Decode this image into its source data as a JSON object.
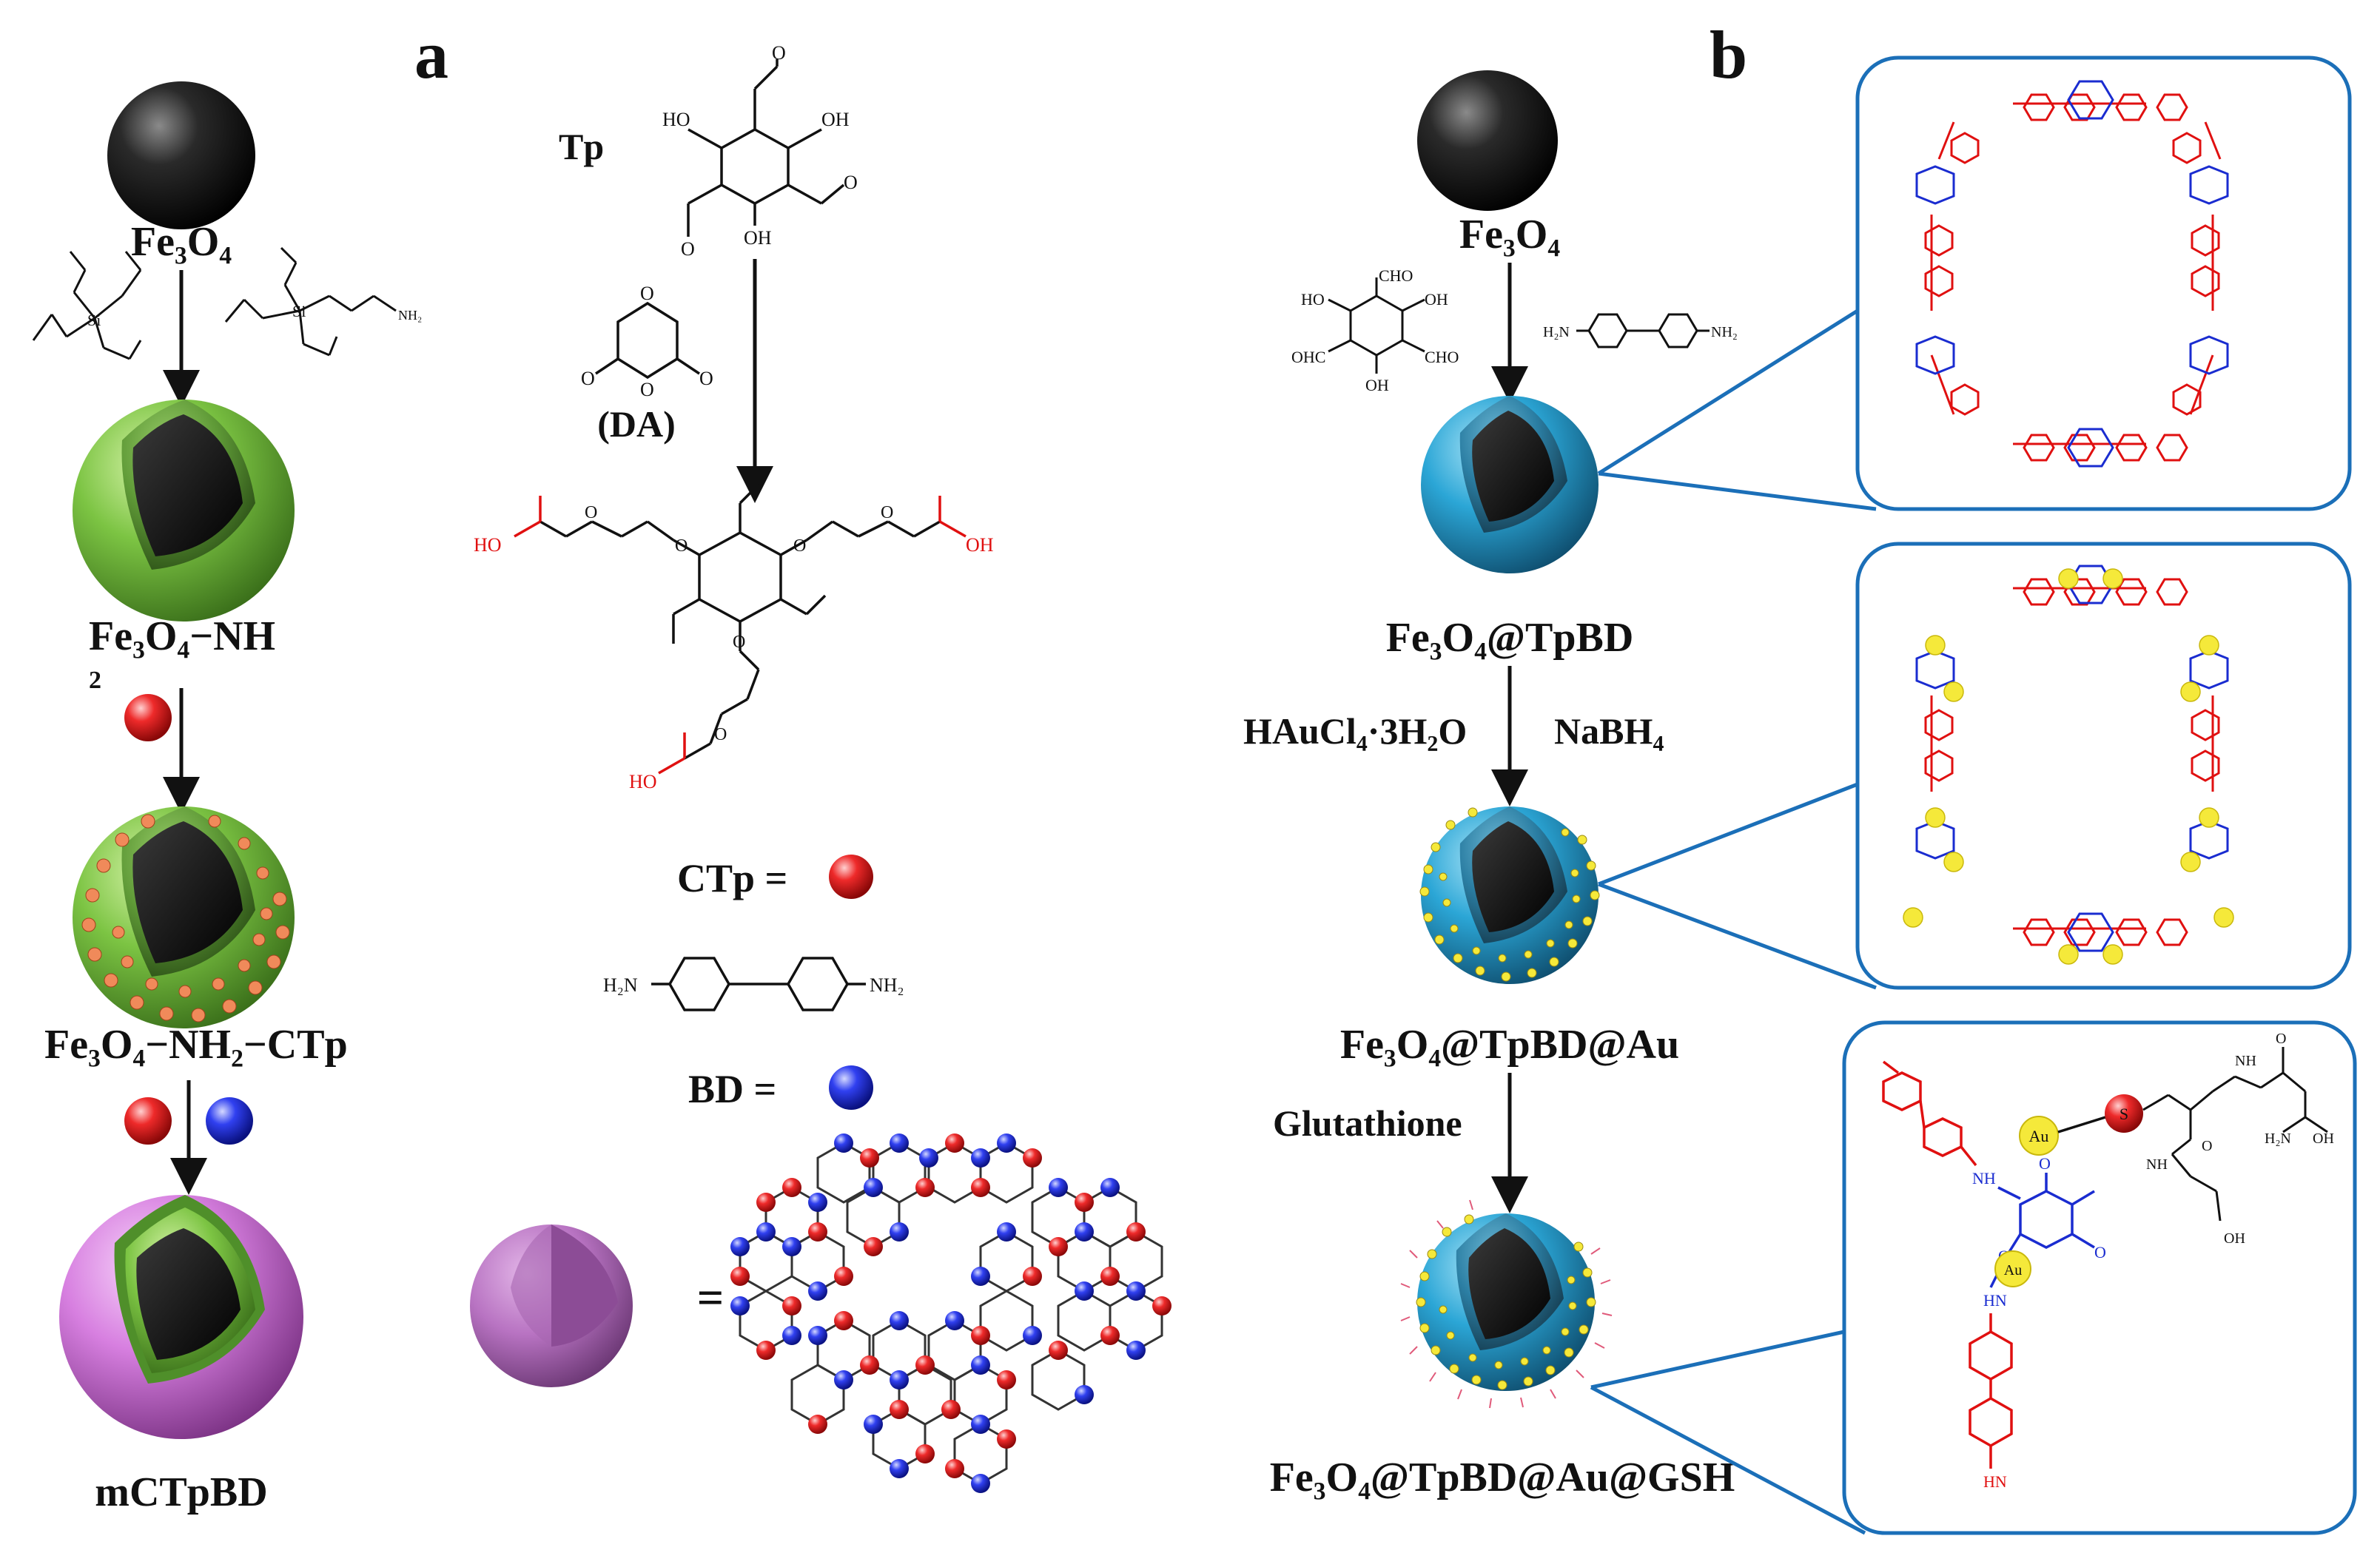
{
  "panels": {
    "a": "a",
    "b": "b"
  },
  "panel_a": {
    "fe3o4": "Fe₃O₄",
    "fe3o4_nh2": "Fe₃O₄−NH",
    "nh2_sub": "2",
    "fe3o4_nh2_ctp": "Fe₃O₄−NH₂−CTp",
    "mctpbd": "mCTpBD",
    "tp": "Tp",
    "da": "(DA)",
    "ctp_eq": "CTp =",
    "bd_eq": "BD =",
    "equals": "=",
    "oh": "OH",
    "ho": "HO",
    "h2n": "H₂N",
    "nh2": "NH₂",
    "si": "Si",
    "o": "O",
    "o_atom": "O"
  },
  "panel_b": {
    "fe3o4": "Fe₃O₄",
    "fe3o4_tpbd": "Fe₃O₄@TpBD",
    "reagent1": "HAuCl₄·3H₂O",
    "reagent2": "NaBH₄",
    "fe3o4_tpbd_au": "Fe₃O₄@TpBD@Au",
    "glutathione": "Glutathione",
    "final": "Fe₃O₄@TpBD@Au@GSH",
    "cho": "CHO",
    "ohc": "OHC",
    "oh": "OH",
    "ho": "HO",
    "h2n": "H₂N",
    "nh2": "NH₂",
    "au": "Au",
    "s": "S",
    "nh": "NH",
    "hn": "HN",
    "n": "N",
    "o": "O"
  },
  "colors": {
    "green_shell": "#7cc443",
    "blue_shell": "#2ba6d6",
    "purple_shell": "#d77fe0",
    "red_sphere": "#ee2a2a",
    "blue_sphere": "#3040f0",
    "callout": "#1b6fb8",
    "au": "#f5e93a"
  }
}
